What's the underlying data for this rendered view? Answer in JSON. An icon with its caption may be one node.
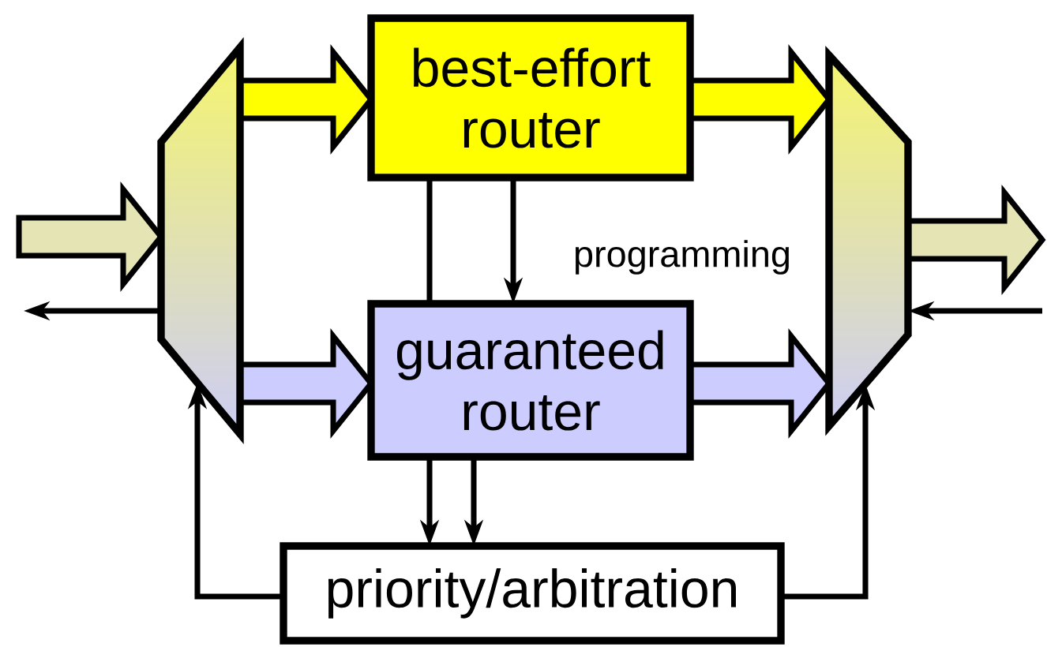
{
  "diagram": {
    "nodes": [
      {
        "text": [],
        "shape": "trapezoid"
      },
      {
        "text": [
          "best-effort router"
        ]
      },
      {
        "text": [
          "guaranteed router"
        ]
      },
      {
        "text": [],
        "shape": "trapezoid"
      },
      {
        "text": [
          "priority/arbitration"
        ]
      }
    ],
    "edges": [
      {
        "from": null,
        "to": 0,
        "arrow": "to",
        "style": "thick"
      },
      {
        "from": 0,
        "to": null,
        "arrow": "to"
      },
      {
        "from": 0,
        "to": 1,
        "arrow": "to",
        "style": "thick",
        "color": "#ffff00"
      },
      {
        "from": 0,
        "to": 2,
        "arrow": "to",
        "style": "thick",
        "color": "#ccccff"
      },
      {
        "from": 1,
        "to": 2,
        "arrow": "none"
      },
      {
        "from": 1,
        "to": 2,
        "arrow": "to",
        "label": "programming"
      },
      {
        "from": 2,
        "to": 4,
        "arrow": "to"
      },
      {
        "from": 2,
        "to": 4,
        "arrow": "to"
      },
      {
        "from": 4,
        "to": 0,
        "arrow": "to"
      },
      {
        "from": 4,
        "to": 3,
        "arrow": "to"
      },
      {
        "from": 1,
        "to": 3,
        "arrow": "to",
        "style": "thick",
        "color": "#ffff00"
      },
      {
        "from": 2,
        "to": 3,
        "arrow": "to",
        "style": "thick",
        "color": "#ccccff"
      },
      {
        "from": 3,
        "to": null,
        "arrow": "to",
        "style": "thick"
      },
      {
        "from": null,
        "to": 3,
        "arrow": "to"
      }
    ]
  }
}
